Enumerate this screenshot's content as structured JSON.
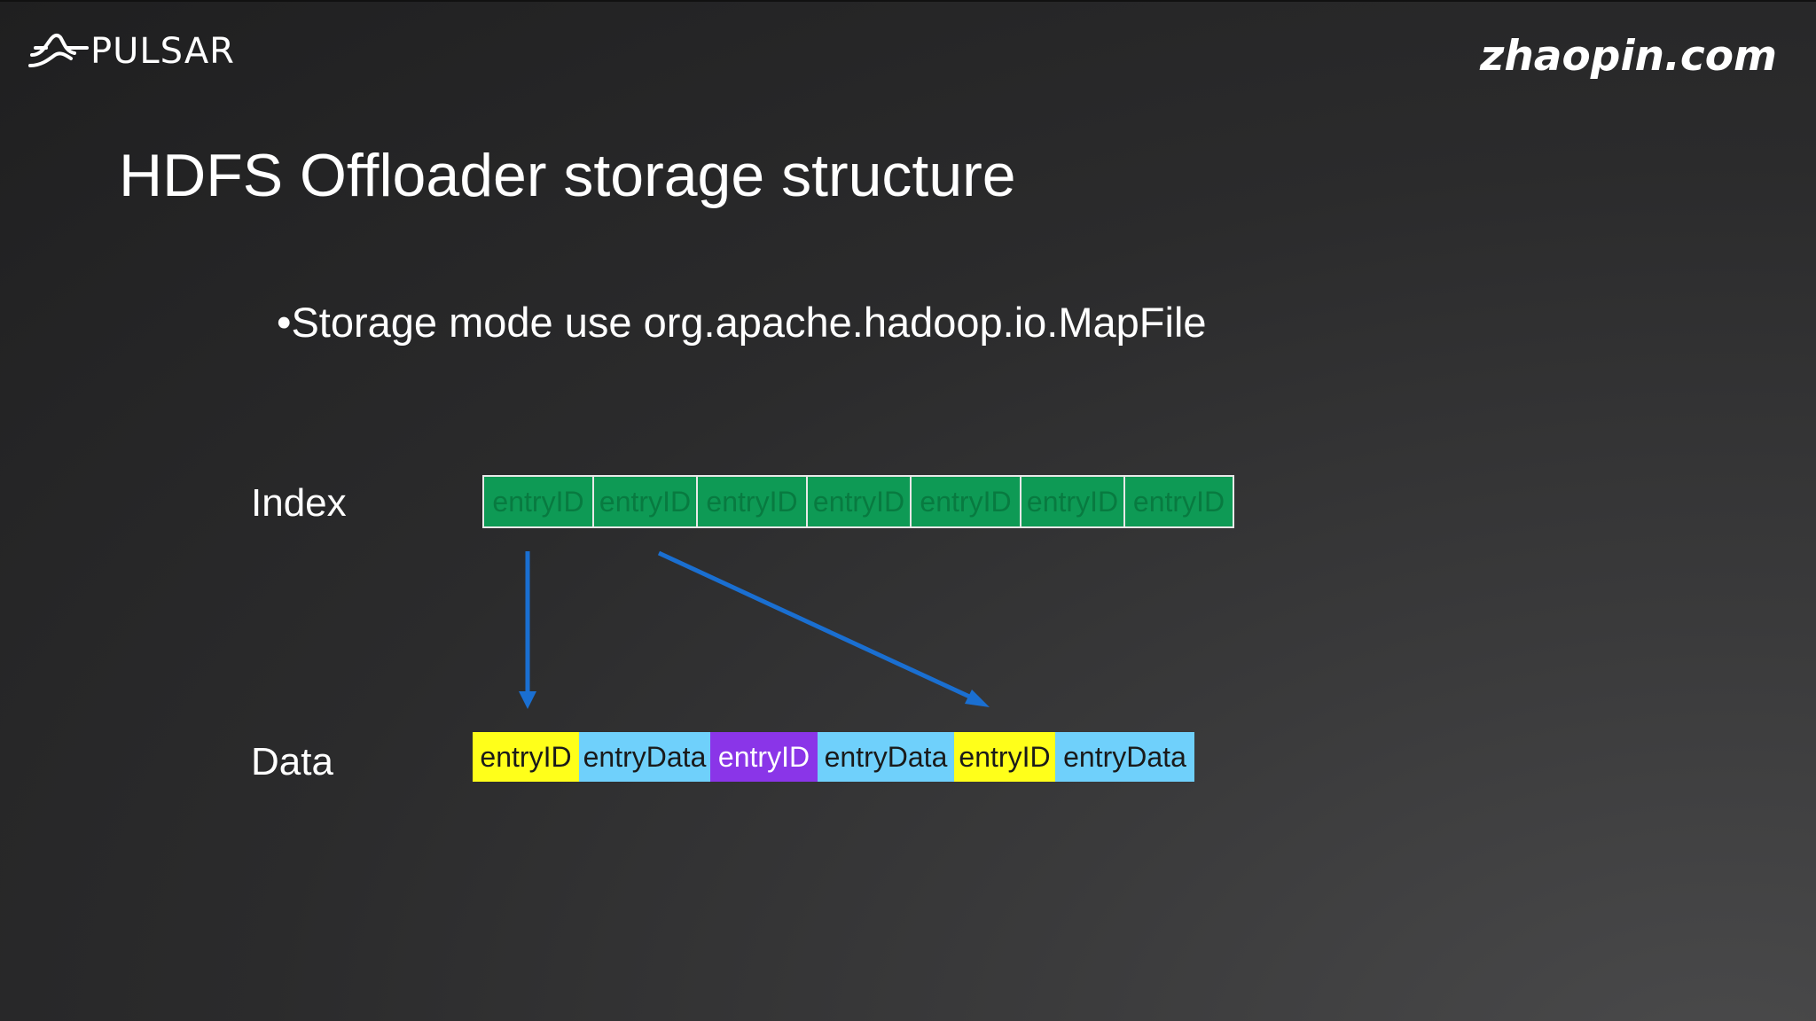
{
  "logos": {
    "pulsar_text": "PULSAR",
    "zhaopin_text": "zhaopin.com"
  },
  "slide": {
    "title": "HDFS Offloader storage structure",
    "bullet": "•Storage mode use org.apache.hadoop.io.MapFile"
  },
  "diagram": {
    "index_label": "Index",
    "data_label": "Data",
    "index_cells": [
      "entryID",
      "entryID",
      "entryID",
      "entryID",
      "entryID",
      "entryID",
      "entryID"
    ],
    "data_cells": [
      {
        "text": "entryID",
        "color": "#ffff1a",
        "text_color": "#1a1a1a"
      },
      {
        "text": "entryData",
        "color": "#6fd0fb",
        "text_color": "#1a1a1a"
      },
      {
        "text": "entryID",
        "color": "#8a35e8",
        "text_color": "#ffffff"
      },
      {
        "text": "entryData",
        "color": "#6fd0fb",
        "text_color": "#1a1a1a"
      },
      {
        "text": "entryID",
        "color": "#ffff1a",
        "text_color": "#1a1a1a"
      },
      {
        "text": "entryData",
        "color": "#6fd0fb",
        "text_color": "#1a1a1a"
      }
    ],
    "index_color": "#0e9a55",
    "arrow_color": "#1a6fd1"
  }
}
